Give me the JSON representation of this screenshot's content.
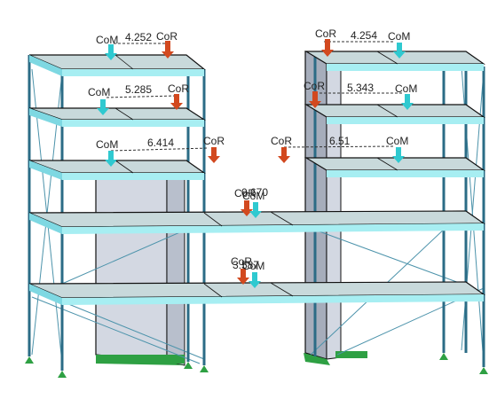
{
  "viewport": {
    "accent_colors": {
      "cor_arrow": "#d2491f",
      "com_arrow": "#2fc9d0",
      "frame": "#2b6c86",
      "slab": "#bfe2ea",
      "core_wall": "#d3d8e2",
      "support": "#2ea043"
    }
  },
  "labels": {
    "t_com": "CoM",
    "t_cor": "CoR",
    "t_d1": "4.252",
    "t_d2": "5.285",
    "t_d3": "6.414",
    "t_d4": "4.254",
    "t_d5": "5.343",
    "t_d6": "6.51",
    "t_d7": "0.670",
    "t_d8": "3.587"
  }
}
